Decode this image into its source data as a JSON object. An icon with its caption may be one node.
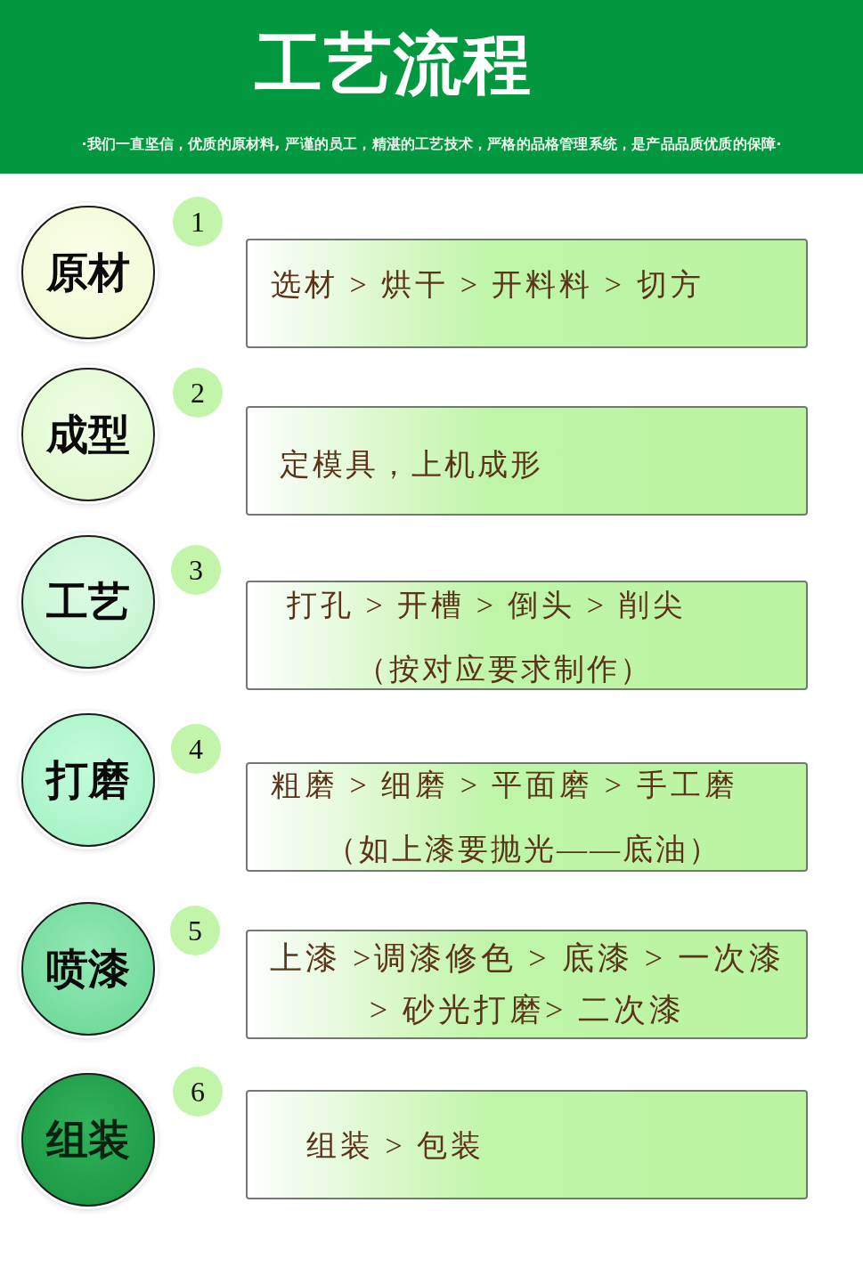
{
  "diagram": {
    "title": "工艺流程",
    "nodes": [
      {
        "text": [
          "原材"
        ]
      },
      {
        "text": [
          "1"
        ]
      },
      {
        "text": [
          "选材 > 烘干 > 开料料 > 切方"
        ]
      },
      {
        "text": [
          "成型"
        ]
      },
      {
        "text": [
          "2"
        ]
      },
      {
        "text": [
          "定模具，上机成形"
        ]
      },
      {
        "text": [
          "工艺"
        ]
      },
      {
        "text": [
          "3"
        ]
      },
      {
        "text": [
          "打孔 > 开槽 > 倒头 > 削尖",
          "（按对应要求制作）"
        ]
      },
      {
        "text": [
          "打磨"
        ]
      },
      {
        "text": [
          "4"
        ]
      },
      {
        "text": [
          "粗磨 > 细磨 > 平面磨 > 手工磨",
          "（如上漆要抛光——底油）"
        ]
      },
      {
        "text": [
          "喷漆"
        ]
      },
      {
        "text": [
          "5"
        ]
      },
      {
        "text": [
          "上漆 >调漆修色 > 底漆 > 一次漆> 砂光打磨> 二次漆"
        ]
      },
      {
        "text": [
          "组装"
        ]
      },
      {
        "text": [
          "6"
        ]
      },
      {
        "text": [
          "组装 > 包装"
        ]
      }
    ],
    "labels": [
      "·我们一直坚信，优质的原材料, 严谨的员工，精湛的工艺技术，严格的品格管理系统，是产品品质优质的保障·"
    ]
  }
}
